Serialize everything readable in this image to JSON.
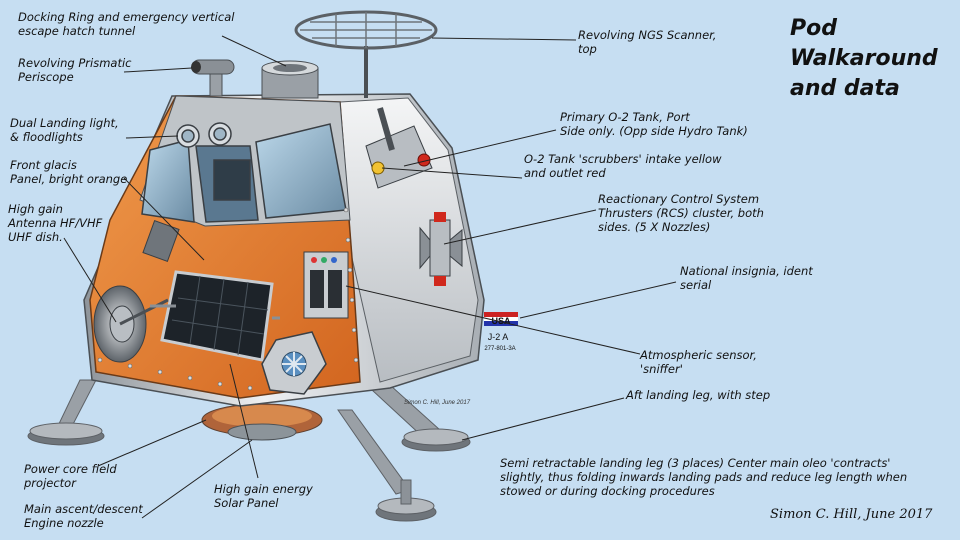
{
  "title": "Pod\nWalkaround\nand data",
  "signature": "Simon C. Hill, June 2017",
  "hull_marking": {
    "insignia": "USA",
    "ident": "J-2 A",
    "serial": "277-801-3A",
    "hull_signature": "Simon C. Hill, June 2017"
  },
  "colors": {
    "background": "#c6def2",
    "panel_orange": "#e07a2e",
    "hull_silver": "#c9cdd1"
  },
  "callouts": [
    {
      "id": "docking-ring",
      "text": "Docking Ring and emergency vertical\nescape hatch tunnel"
    },
    {
      "id": "periscope",
      "text": "Revolving Prismatic\nPeriscope"
    },
    {
      "id": "landing-lights",
      "text": "Dual Landing light,\n& floodlights"
    },
    {
      "id": "glacis",
      "text": "Front glacis\nPanel, bright orange"
    },
    {
      "id": "antenna",
      "text": "High gain\nAntenna HF/VHF\nUHF dish."
    },
    {
      "id": "power-core",
      "text": "Power core field\nprojector"
    },
    {
      "id": "engine-nozzle",
      "text": "Main ascent/descent\nEngine nozzle"
    },
    {
      "id": "solar-panel",
      "text": "High gain energy\nSolar Panel"
    },
    {
      "id": "ngs-scanner",
      "text": "Revolving NGS Scanner,\ntop"
    },
    {
      "id": "o2-tank",
      "text": "Primary O-2 Tank, Port\nSide only. (Opp side Hydro Tank)"
    },
    {
      "id": "scrubbers",
      "text": "O-2 Tank 'scrubbers' intake yellow\nand outlet red"
    },
    {
      "id": "rcs",
      "text": "Reactionary Control System\nThrusters (RCS) cluster, both\nsides. (5 X Nozzles)"
    },
    {
      "id": "insignia",
      "text": "National insignia, ident\nserial"
    },
    {
      "id": "sniffer",
      "text": "Atmospheric sensor,\n'sniffer'"
    },
    {
      "id": "aft-leg",
      "text": "Aft landing leg, with step"
    },
    {
      "id": "semi-leg",
      "text": "Semi retractable landing leg (3 places) Center main oleo 'contracts'\nslightly, thus folding inwards landing pads and reduce leg length when\nstowed or during docking procedures"
    }
  ]
}
